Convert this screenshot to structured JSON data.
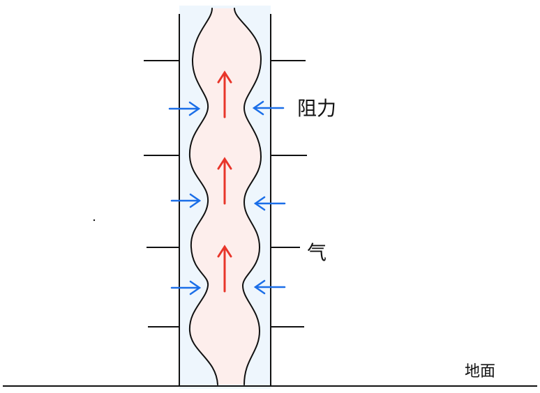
{
  "labels": {
    "resistance": "阻力",
    "air": "气",
    "ground": "地面"
  },
  "colors": {
    "outline": "#111111",
    "tube_fill": "#eef6fd",
    "column_fill": "#fdeeec",
    "upward_arrow": "#e8352a",
    "inward_arrow": "#1a6ee8"
  }
}
